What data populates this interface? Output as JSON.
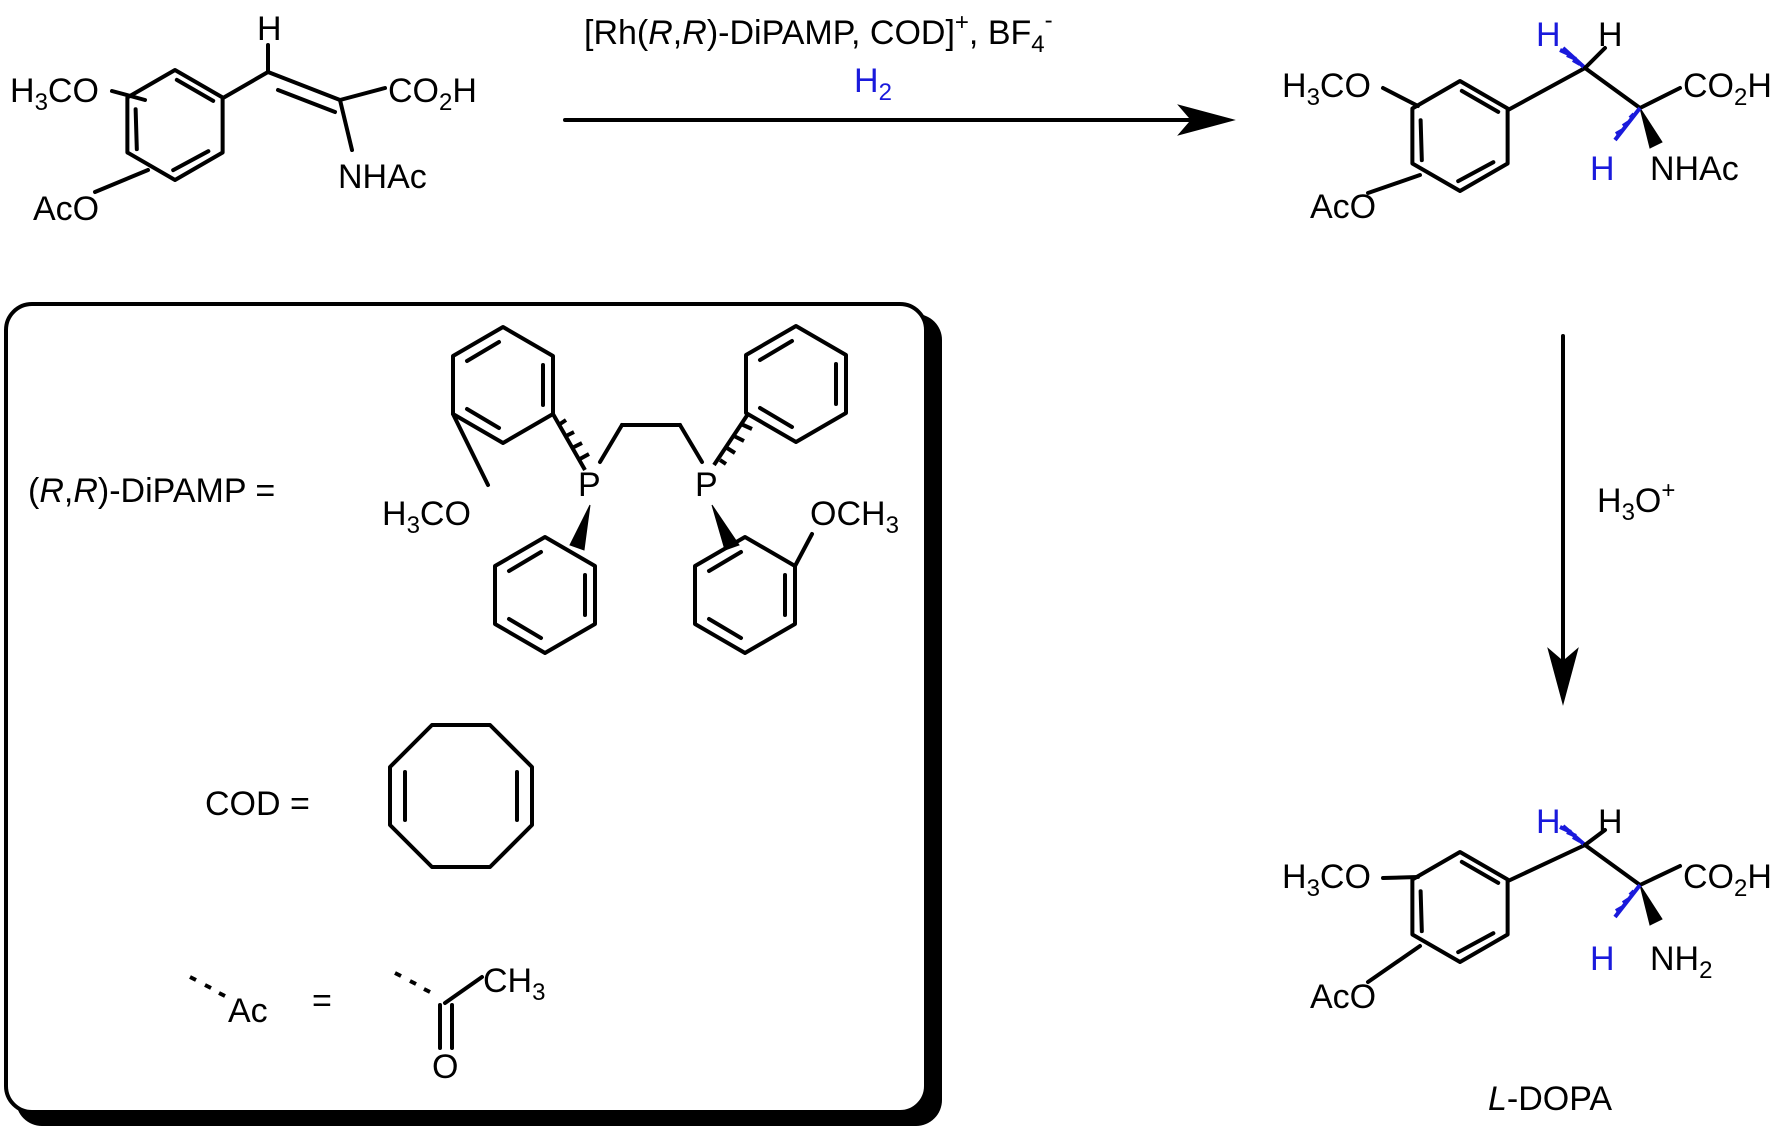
{
  "colors": {
    "ink": "#000000",
    "highlight": "#1a1adc"
  },
  "labels": {
    "h3co": {
      "a": "H",
      "s": "3",
      "b": "CO"
    },
    "aco": "AcO",
    "h": "H",
    "co2h": {
      "a": "CO",
      "s": "2",
      "b": "H"
    },
    "nhac": "NHAc",
    "nh2": {
      "a": "NH",
      "s": "2"
    },
    "p": "P",
    "och3": {
      "a": "OCH",
      "s": "3"
    },
    "ch3": {
      "a": "CH",
      "s": "3"
    },
    "o": "O"
  },
  "reagents": {
    "catalyst": {
      "t1": "[Rh(",
      "t2": "R",
      "t3": ",",
      "t4": "R",
      "t5": ")-DiPAMP, COD]",
      "sup1": "+",
      "t6": ", BF",
      "sub": "4",
      "sup2": "-"
    },
    "hydrogen": {
      "a": "H",
      "s": "2"
    },
    "acid": {
      "a": "H",
      "s": "3",
      "b": "O",
      "sup": "+"
    }
  },
  "legend": {
    "dipamp": {
      "t1": "(",
      "t2": "R",
      "t3": ",",
      "t4": "R",
      "t5": ")-DiPAMP ="
    },
    "cod": "COD =",
    "ac": "Ac",
    "eq": "="
  },
  "product_name": {
    "it": "L",
    "rest": "-DOPA"
  }
}
